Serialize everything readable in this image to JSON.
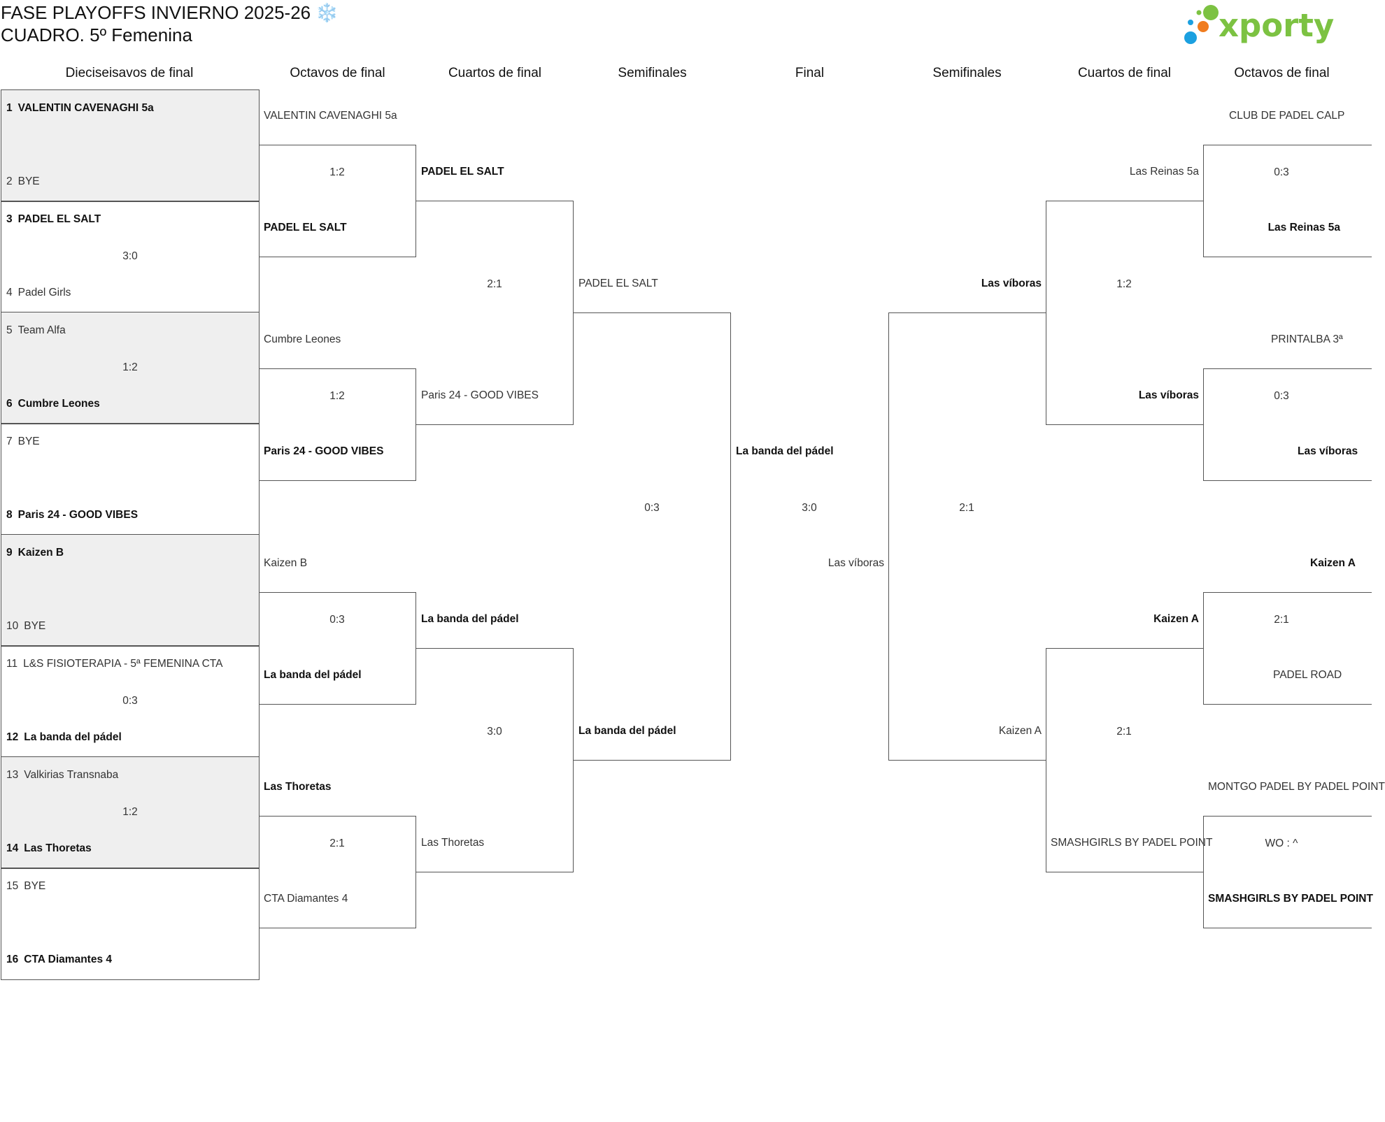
{
  "page": {
    "title_line1": "FASE PLAYOFFS INVIERNO 2025-26 ❄️",
    "title_line2": "CUADRO. 5º Femenina",
    "logo_text": "xporty",
    "accent": "#7cc242",
    "logo_dots": [
      "#1ba0e0",
      "#f07c1f",
      "#7cc242"
    ]
  },
  "headers": {
    "r32": "Dieciseisavos de final",
    "r16_left": "Octavos de final",
    "qf_left": "Cuartos de final",
    "sf_left": "Semifinales",
    "final": "Final",
    "sf_right": "Semifinales",
    "qf_right": "Cuartos de final",
    "r16_right": "Octavos de final"
  },
  "r32": [
    {
      "a_num": "1",
      "a": "VALENTIN CAVENAGHI 5a",
      "b_num": "2",
      "b": "BYE",
      "score": "",
      "winner": "a"
    },
    {
      "a_num": "3",
      "a": "PADEL EL SALT",
      "b_num": "4",
      "b": "Padel Girls",
      "score": "3:0",
      "winner": "a"
    },
    {
      "a_num": "5",
      "a": "Team Alfa",
      "b_num": "6",
      "b": "Cumbre Leones",
      "score": "1:2",
      "winner": "b"
    },
    {
      "a_num": "7",
      "a": "BYE",
      "b_num": "8",
      "b": "Paris 24 - GOOD VIBES",
      "score": "",
      "winner": "b"
    },
    {
      "a_num": "9",
      "a": "Kaizen B",
      "b_num": "10",
      "b": "BYE",
      "score": "",
      "winner": "a"
    },
    {
      "a_num": "11",
      "a": "L&S FISIOTERAPIA - 5ª FEMENINA CTA",
      "b_num": "12",
      "b": "La banda del pádel",
      "score": "0:3",
      "winner": "b"
    },
    {
      "a_num": "13",
      "a": "Valkirias Transnaba",
      "b_num": "14",
      "b": "Las Thoretas",
      "score": "1:2",
      "winner": "b"
    },
    {
      "a_num": "15",
      "a": "BYE",
      "b_num": "16",
      "b": "CTA Diamantes 4",
      "score": "",
      "winner": "b"
    }
  ],
  "r16_left": [
    {
      "a": "VALENTIN CAVENAGHI 5a",
      "b": "PADEL EL SALT",
      "score": "1:2",
      "winner": "b"
    },
    {
      "a": "Cumbre Leones",
      "b": "Paris 24 - GOOD VIBES",
      "score": "1:2",
      "winner": "b"
    },
    {
      "a": "Kaizen B",
      "b": "La banda del pádel",
      "score": "0:3",
      "winner": "b"
    },
    {
      "a": "Las Thoretas",
      "b": "CTA Diamantes 4",
      "score": "2:1",
      "winner": "a"
    }
  ],
  "qf_left": [
    {
      "a": "PADEL EL SALT",
      "b": "Paris 24 - GOOD VIBES",
      "score": "2:1",
      "winner": "a"
    },
    {
      "a": "La banda del pádel",
      "b": "Las Thoretas",
      "score": "3:0",
      "winner": "a"
    }
  ],
  "sf_left": {
    "a": "PADEL EL SALT",
    "b": "La banda del pádel",
    "score": "0:3",
    "winner": "b"
  },
  "final": {
    "a": "La banda del pádel",
    "b": "Las víboras",
    "score": "3:0",
    "winner": "a"
  },
  "sf_right": {
    "a": "Las víboras",
    "b": "Kaizen A",
    "score": "2:1",
    "winner": "a"
  },
  "qf_right": [
    {
      "a": "Las Reinas 5a",
      "b": "Las víboras",
      "score": "1:2",
      "winner": "b"
    },
    {
      "a": "Kaizen A",
      "b": "SMASHGIRLS BY PADEL POINT",
      "score": "2:1",
      "winner": "a"
    }
  ],
  "r16_right": [
    {
      "a": "CLUB DE PADEL CALP",
      "b": "Las Reinas 5a",
      "score": "0:3",
      "winner": "b"
    },
    {
      "a": "PRINTALBA 3ª",
      "b": "Las víboras",
      "score": "0:3",
      "winner": "b"
    },
    {
      "a": "Kaizen A",
      "b": "PADEL ROAD",
      "score": "2:1",
      "winner": "a"
    },
    {
      "a": "MONTGO PADEL BY PADEL POINT",
      "b": "SMASHGIRLS BY PADEL POINT",
      "score": "WO : ^",
      "winner": "b"
    }
  ]
}
